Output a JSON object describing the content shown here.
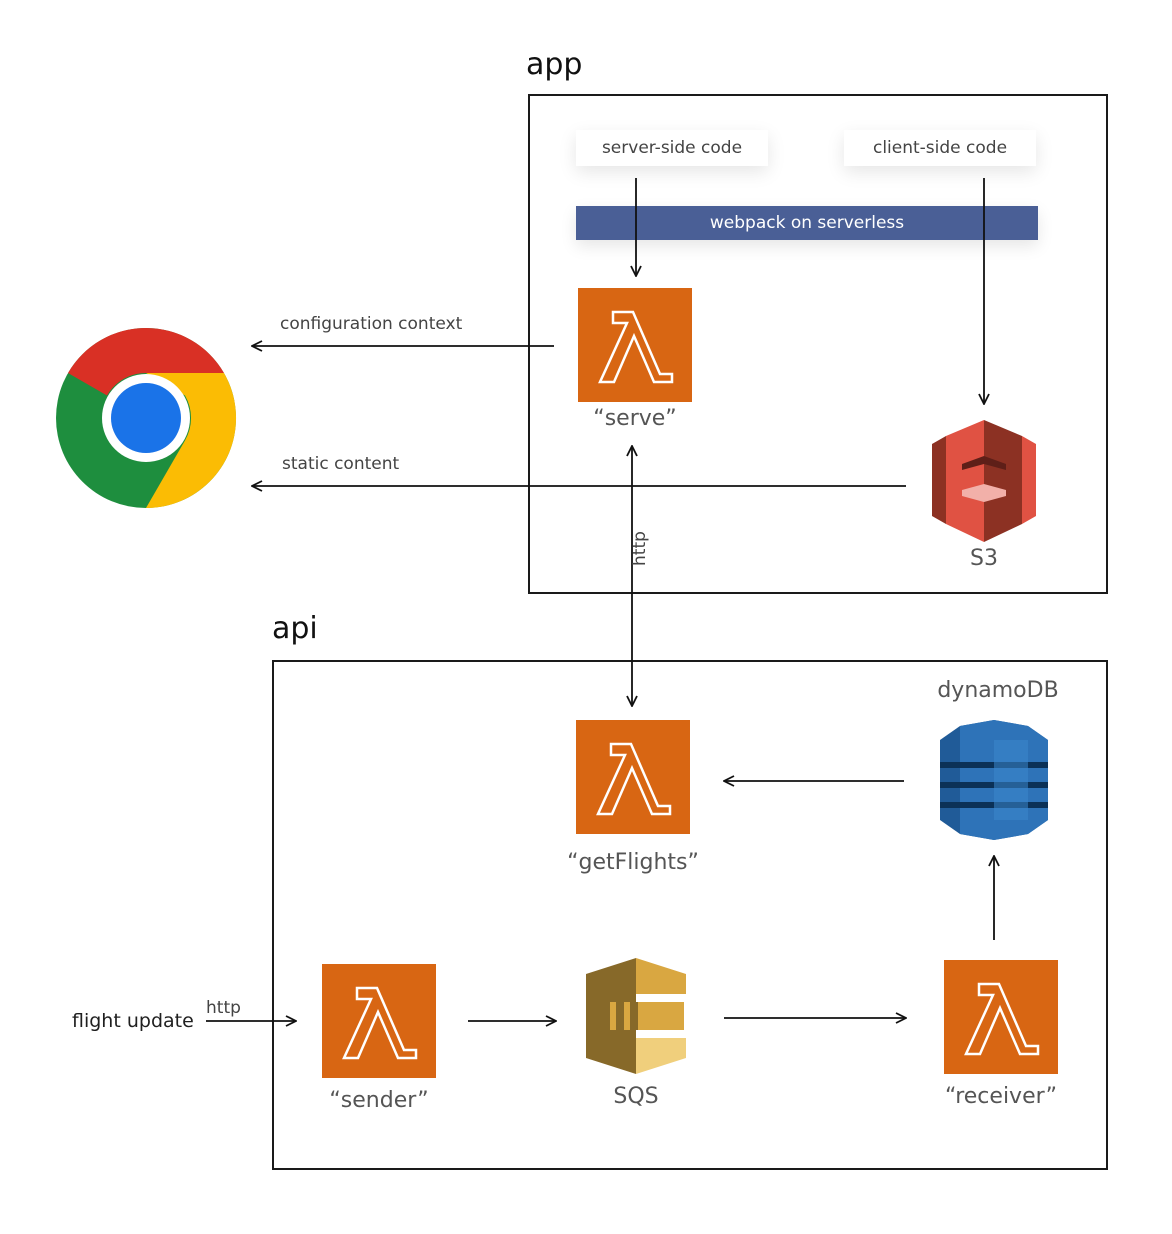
{
  "groups": {
    "app": "app",
    "api": "api"
  },
  "cards": {
    "server_side": "server-side code",
    "client_side": "client-side code"
  },
  "build_bar": "webpack on serverless",
  "services": {
    "serve": "“serve”",
    "s3": "S3",
    "get_flights": "“getFlights”",
    "dynamodb": "dynamoDB",
    "sender": "“sender”",
    "sqs": "SQS",
    "receiver": "“receiver”"
  },
  "edges": {
    "configuration_context": "configuration context",
    "static_content": "static content",
    "http_vertical": "http",
    "http_input": "http",
    "flight_update": "flight update"
  },
  "icons": {
    "browser": "chrome-icon",
    "lambda": "aws-lambda-icon",
    "s3": "aws-s3-icon",
    "dynamodb": "aws-dynamodb-icon",
    "sqs": "aws-sqs-icon"
  },
  "colors": {
    "lambda": "#d86613",
    "bar": "#4a5f96",
    "s3_light": "#e05243",
    "s3_dark": "#8c3123",
    "dynamo_light": "#2e73b8",
    "dynamo_dark": "#205b98",
    "sqs_light": "#d9a741",
    "sqs_dark": "#876929"
  }
}
